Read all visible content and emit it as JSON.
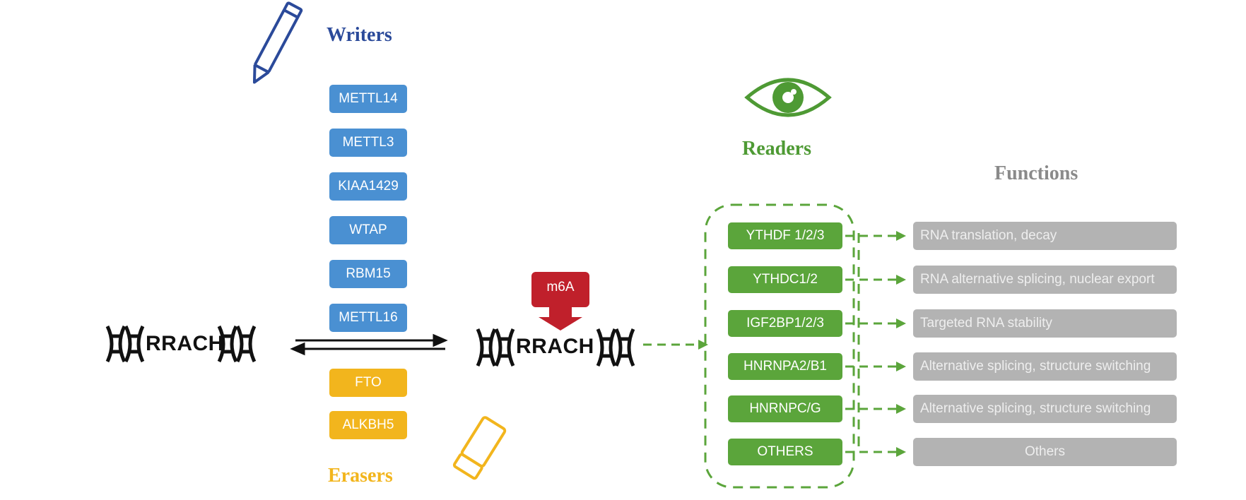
{
  "titles": {
    "writers": "Writers",
    "erasers": "Erasers",
    "readers": "Readers",
    "functions": "Functions"
  },
  "writers": [
    "METTL14",
    "METTL3",
    "KIAA1429",
    "WTAP",
    "RBM15",
    "METTL16"
  ],
  "erasers": [
    "FTO",
    "ALKBH5"
  ],
  "mark_label": "m6A",
  "motif": "RRACH",
  "readers": [
    "YTHDF 1/2/3",
    "YTHDC1/2",
    "IGF2BP1/2/3",
    "HNRNPA2/B1",
    "HNRNPC/G",
    "OTHERS"
  ],
  "functions": [
    "RNA translation, decay",
    "RNA alternative splicing, nuclear export",
    "Targeted RNA stability",
    "Alternative splicing, structure switching",
    "Alternative splicing, structure switching",
    "Others"
  ],
  "colors": {
    "writers": "#4a90d2",
    "erasers": "#f2b51d",
    "readers": "#5ba53b",
    "functions": "#b3b3b3",
    "m6a": "#c0202b",
    "writers_title": "#2b4a9a",
    "functions_title": "#8a8a8a"
  },
  "icons": [
    "pencil-icon",
    "eraser-icon",
    "eye-icon",
    "dna-helix-icon"
  ]
}
